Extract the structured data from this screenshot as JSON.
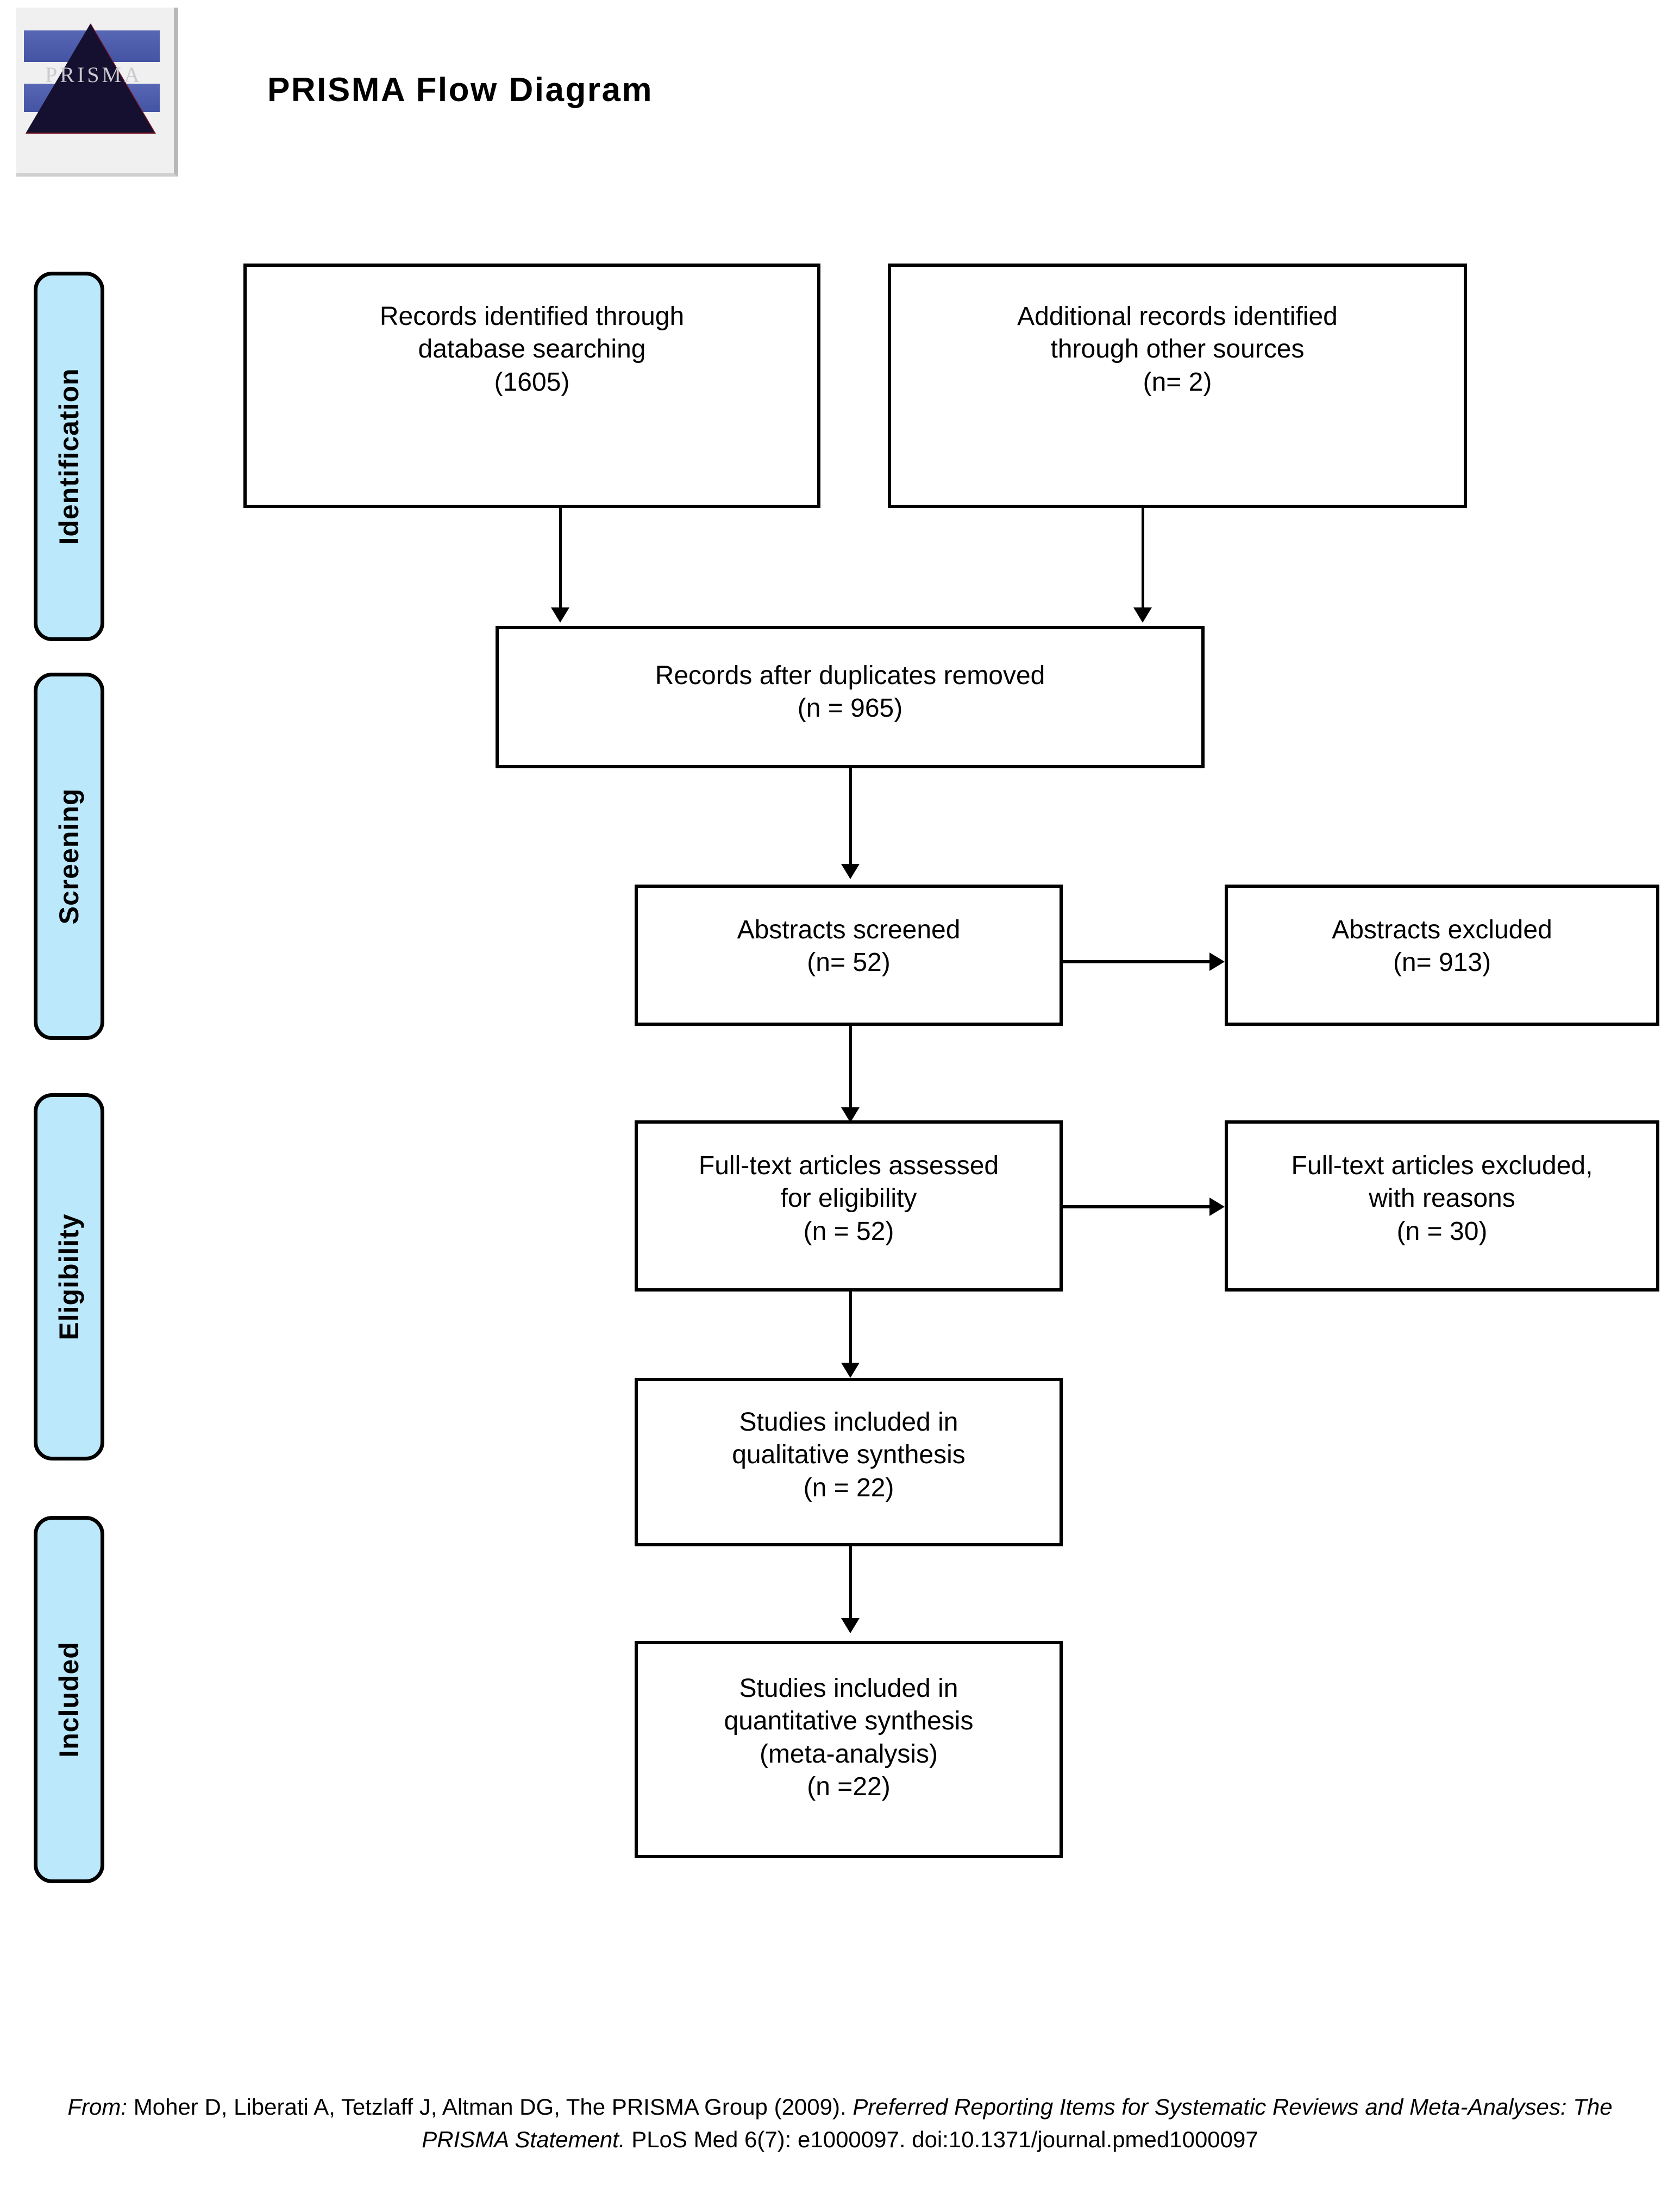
{
  "header": {
    "title": "PRISMA Flow Diagram",
    "logo_word": "PRISMA",
    "logo_alt": "prisma-triangle-logo"
  },
  "stages": [
    {
      "id": "identification",
      "label": "Identification"
    },
    {
      "id": "screening",
      "label": "Screening"
    },
    {
      "id": "eligibility",
      "label": "Eligibility"
    },
    {
      "id": "included",
      "label": "Included"
    }
  ],
  "boxes": {
    "database_search": {
      "name": "records-identified-database-searching",
      "l1": "Records identified through",
      "l2": "database searching",
      "l3": "(1605)"
    },
    "other_sources": {
      "name": "additional-records-other-sources",
      "l1": "Additional records identified",
      "l2": "through other sources",
      "l3": "(n= 2)"
    },
    "duplicates_removed": {
      "name": "records-after-duplicates-removed",
      "l1": "Records after duplicates removed",
      "l2": "(n = 965)"
    },
    "abstracts_screened": {
      "name": "abstracts-screened",
      "l1": "Abstracts screened",
      "l2": "(n= 52)"
    },
    "abstracts_excluded": {
      "name": "abstracts-excluded",
      "l1": "Abstracts excluded",
      "l2": "(n= 913)"
    },
    "fulltext_assessed": {
      "name": "full-text-articles-assessed",
      "l1": "Full-text articles assessed",
      "l2": "for eligibility",
      "l3": "(n = 52)"
    },
    "fulltext_excluded": {
      "name": "full-text-articles-excluded",
      "l1": "Full-text articles excluded,",
      "l2": "with reasons",
      "l3": "(n = 30)"
    },
    "qualitative": {
      "name": "studies-included-qualitative-synthesis",
      "l1": "Studies included in",
      "l2": "qualitative synthesis",
      "l3": "(n = 22)"
    },
    "quantitative": {
      "name": "studies-included-quantitative-synthesis",
      "l1": "Studies included in",
      "l2": "quantitative synthesis",
      "l3": "(meta-analysis)",
      "l4": "(n =22)"
    }
  },
  "citation": {
    "from_label": "From:",
    "authors": "Moher D, Liberati A, Tetzlaff J, Altman DG, The PRISMA Group (2009).",
    "title_italic": "Preferred Reporting Items for Systematic Reviews and Meta-Analyses: The PRISMA Statement.",
    "source": "PLoS Med 6(7): e1000097. doi:10.1371/journal.pmed1000097"
  },
  "colors": {
    "stage_fill": "#bce8fc",
    "stroke": "#000000",
    "page_bg": "#ffffff"
  },
  "chart_data": {
    "type": "diagram",
    "title": "PRISMA Flow Diagram",
    "nodes": [
      {
        "id": "database_search",
        "stage": "Identification",
        "n": 1605,
        "n_text": "(1605)"
      },
      {
        "id": "other_sources",
        "stage": "Identification",
        "n": 2,
        "n_text": "(n= 2)"
      },
      {
        "id": "duplicates_removed",
        "stage": "Screening",
        "n": 965,
        "n_text": "(n = 965)"
      },
      {
        "id": "abstracts_screened",
        "stage": "Screening",
        "n": 52,
        "n_text": "(n= 52)"
      },
      {
        "id": "abstracts_excluded",
        "stage": "Screening",
        "n": 913,
        "n_text": "(n= 913)"
      },
      {
        "id": "fulltext_assessed",
        "stage": "Eligibility",
        "n": 52,
        "n_text": "(n = 52)"
      },
      {
        "id": "fulltext_excluded",
        "stage": "Eligibility",
        "n": 30,
        "n_text": "(n = 30)"
      },
      {
        "id": "qualitative",
        "stage": "Included",
        "n": 22,
        "n_text": "(n = 22)"
      },
      {
        "id": "quantitative",
        "stage": "Included",
        "n": 22,
        "n_text": "(n =22)"
      }
    ],
    "edges": [
      {
        "from": "database_search",
        "to": "duplicates_removed"
      },
      {
        "from": "other_sources",
        "to": "duplicates_removed"
      },
      {
        "from": "duplicates_removed",
        "to": "abstracts_screened"
      },
      {
        "from": "abstracts_screened",
        "to": "abstracts_excluded"
      },
      {
        "from": "abstracts_screened",
        "to": "fulltext_assessed"
      },
      {
        "from": "fulltext_assessed",
        "to": "fulltext_excluded"
      },
      {
        "from": "fulltext_assessed",
        "to": "qualitative"
      },
      {
        "from": "qualitative",
        "to": "quantitative"
      }
    ]
  }
}
